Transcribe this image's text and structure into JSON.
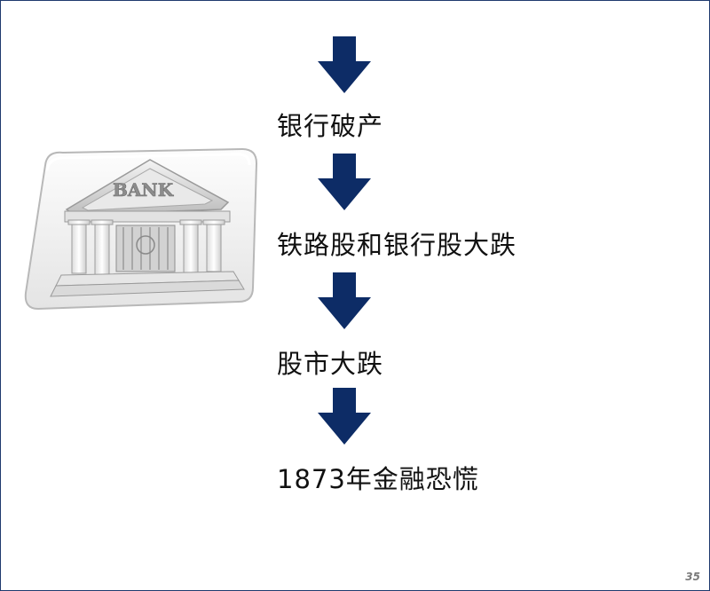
{
  "bank_image": {
    "sign_text": "BANK",
    "icon": "bank-building-icon"
  },
  "flow": {
    "steps": [
      "银行破产",
      "铁路股和银行股大跌",
      "股市大跌",
      "1873年金融恐慌"
    ],
    "arrow_icon": "arrow-down-icon",
    "arrow_color": "#0d2c66"
  },
  "footer": {
    "page_number": "35"
  }
}
